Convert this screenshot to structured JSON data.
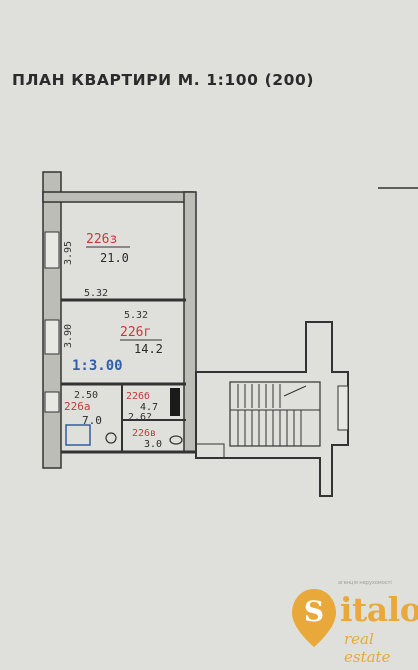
{
  "document": {
    "title": "ПЛАН КВАРТИРИ М. 1:100 (200)"
  },
  "rooms": [
    {
      "code": "226з",
      "area": "21.0",
      "height": "3.95"
    },
    {
      "code": "226г",
      "area": "14.2",
      "width": "5.32",
      "width_inner": "5.32",
      "height": "3.90"
    },
    {
      "code": "226а",
      "area": "7.0",
      "width": "2.50"
    },
    {
      "code": "226б",
      "area": "4.7",
      "height": "2.6?"
    },
    {
      "code": "226в",
      "area": "3.0"
    }
  ],
  "annotations": {
    "scale_note": "1:3.00"
  },
  "brand": {
    "letter": "S",
    "word": "italo",
    "tagline": "real estate",
    "small_text": "агенція нерухомості",
    "accent_color": "#e8a93a"
  }
}
